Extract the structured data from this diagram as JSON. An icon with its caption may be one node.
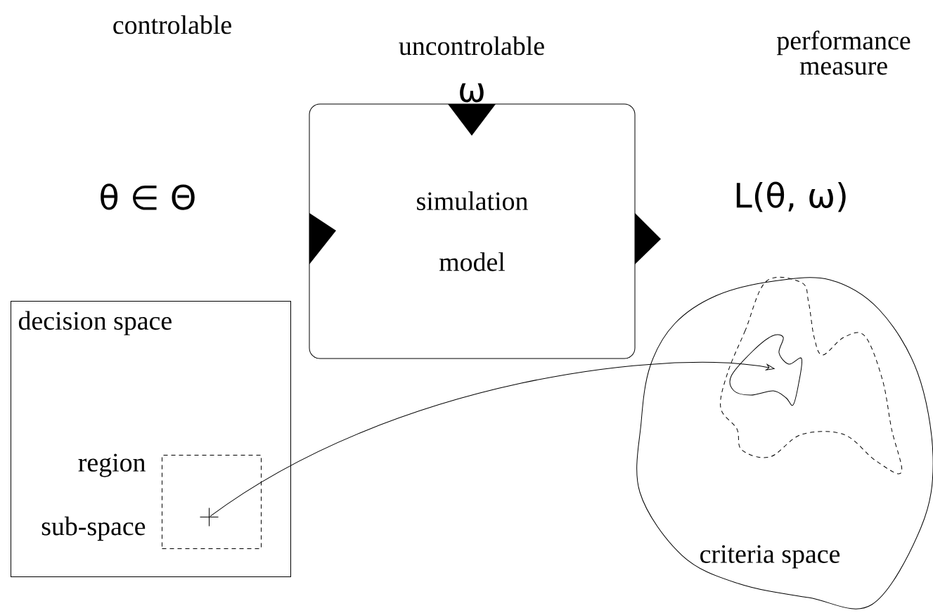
{
  "diagram": {
    "nodes": [
      {
        "text": [
          "simulation model"
        ]
      },
      {
        "text": [
          "decision space"
        ]
      },
      {
        "text": [],
        "shape": "box",
        "in": 1,
        "beside": [
          "region",
          "sub-space"
        ]
      },
      {
        "text": [],
        "shape": "cross",
        "in": 2
      },
      {
        "text": [
          "criteria space"
        ]
      },
      {
        "text": [],
        "shape": "cloud",
        "in": 4
      },
      {
        "text": [],
        "shape": "cloud",
        "in": 5
      }
    ],
    "edges": [
      {
        "from": 3,
        "to": 6,
        "arrow": "to"
      }
    ],
    "labels": [
      "controlable",
      "uncontrolable",
      "ω",
      "performance measure",
      "θ ∈ Θ",
      "L(θ, ω)"
    ]
  }
}
